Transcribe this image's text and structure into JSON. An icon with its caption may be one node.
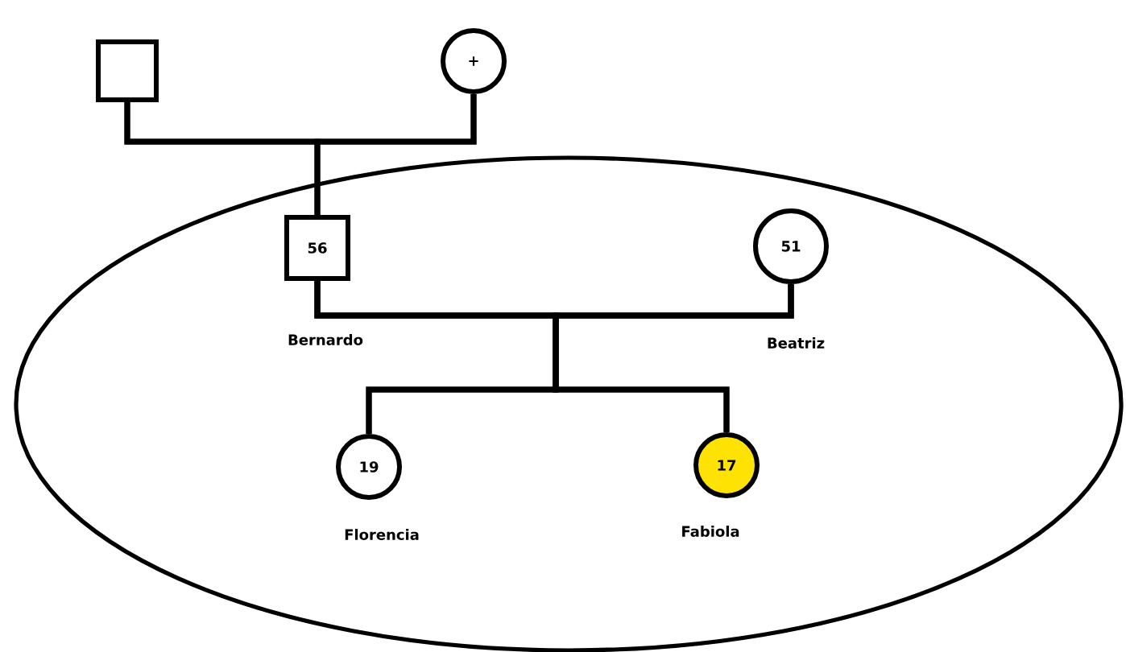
{
  "diagram": {
    "nodes": [
      {
        "text": [],
        "shape": "ellipse"
      },
      {
        "text": [],
        "shape": "box"
      },
      {
        "text": [
          "+"
        ]
      },
      {
        "text": [
          "56"
        ],
        "beside": [
          "Bernardo"
        ],
        "in": 0
      },
      {
        "text": [
          "51"
        ],
        "beside": [
          "Beatriz"
        ],
        "in": 0
      },
      {
        "text": [
          "19"
        ],
        "beside": [
          "Florencia"
        ],
        "in": 0
      },
      {
        "text": [
          "17"
        ],
        "beside": [
          "Fabiola"
        ],
        "in": 0
      }
    ],
    "edges": [
      {
        "from": 1,
        "to": 2,
        "arrow": "none"
      },
      {
        "from": 1,
        "to": 3,
        "arrow": "none"
      },
      {
        "from": 2,
        "to": 3,
        "arrow": "none"
      },
      {
        "from": 3,
        "to": 4,
        "arrow": "none"
      },
      {
        "from": 3,
        "to": 5,
        "arrow": "none"
      },
      {
        "from": 4,
        "to": 5,
        "arrow": "none"
      },
      {
        "from": 3,
        "to": 6,
        "arrow": "none"
      },
      {
        "from": 4,
        "to": 6,
        "arrow": "none"
      }
    ]
  }
}
